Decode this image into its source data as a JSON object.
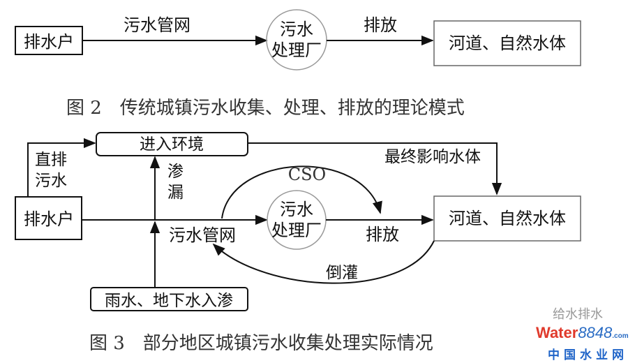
{
  "figure2": {
    "source": "排水户",
    "pipe_label": "污水管网",
    "plant_line1": "污水",
    "plant_line2": "处理厂",
    "discharge_label": "排放",
    "water_body": "河道、自然水体",
    "caption": "图 2　传统城镇污水收集、处理、排放的理论模式"
  },
  "figure3": {
    "environment": "进入环境",
    "direct_line1": "直排",
    "direct_line2": "污水",
    "source": "排水户",
    "leak_line1": "渗",
    "leak_line2": "漏",
    "pipe_label": "污水管网",
    "cso_label": "CSO",
    "plant_line1": "污水",
    "plant_line2": "处理厂",
    "discharge_label": "排放",
    "water_body": "河道、自然水体",
    "final_impact": "最终影响水体",
    "backflow": "倒灌",
    "infiltration": "雨水、地下水入渗",
    "caption": "图 3　部分地区城镇污水收集处理实际情况"
  },
  "watermark": {
    "account": "给水排水",
    "brand_a": "Water",
    "brand_b": "8848",
    "domain": ".com",
    "site": "中国水业网"
  }
}
